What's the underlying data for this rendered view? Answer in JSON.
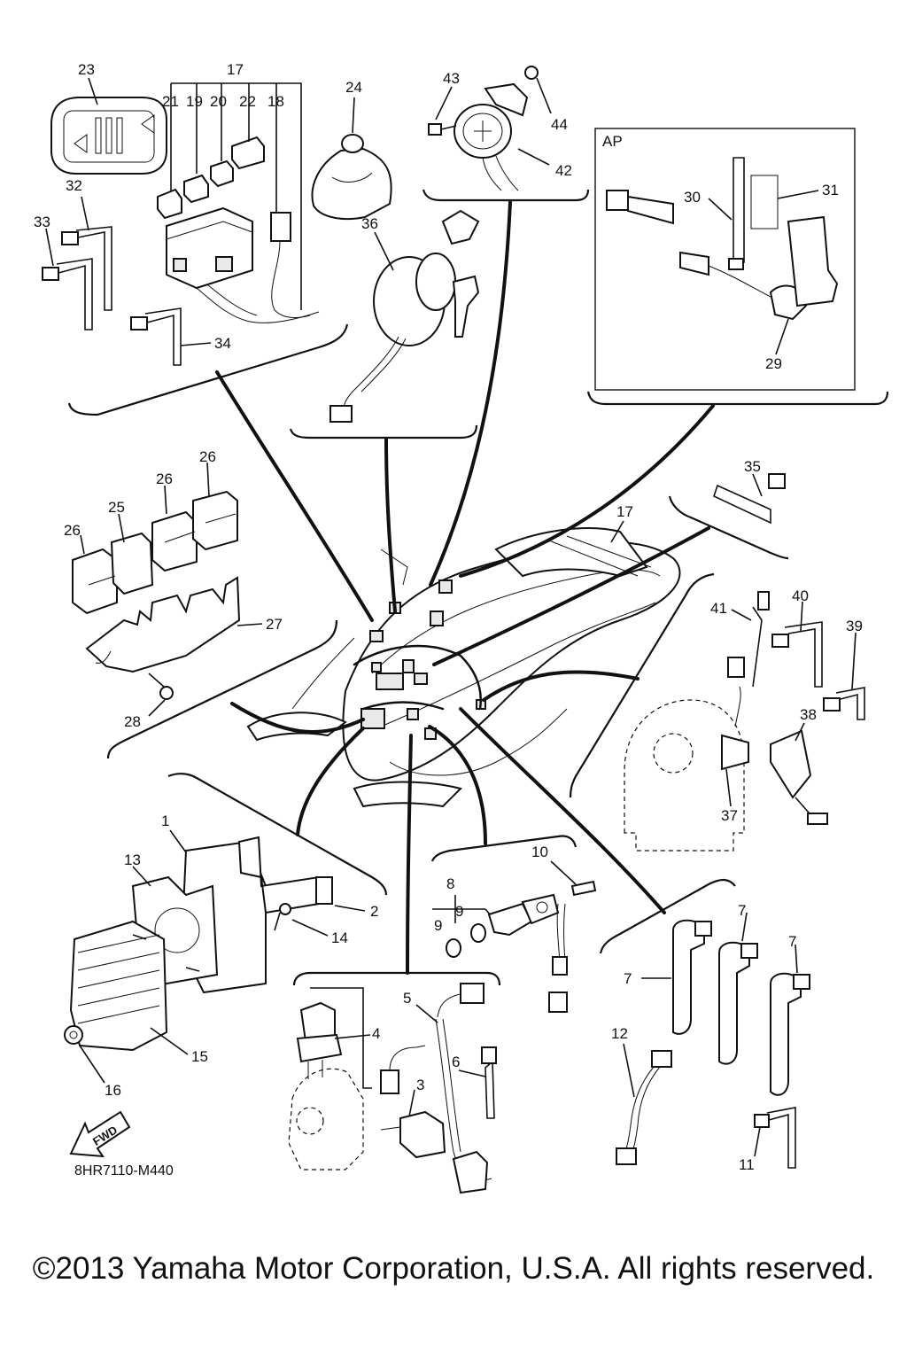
{
  "diagram_code": "8HR7110-M440",
  "copyright": "©2013 Yamaha Motor Corporation, U.S.A. All rights reserved.",
  "group_box_label": "AP",
  "fwd_label": "FWD",
  "callouts": {
    "c1": "1",
    "c2": "2",
    "c3": "3",
    "c4": "4",
    "c5": "5",
    "c6": "6",
    "c7": "7",
    "c8": "8",
    "c9": "9",
    "c10": "10",
    "c11": "11",
    "c12": "12",
    "c13": "13",
    "c14": "14",
    "c15": "15",
    "c16": "16",
    "c17": "17",
    "c18": "18",
    "c19": "19",
    "c20": "20",
    "c21": "21",
    "c22": "22",
    "c23": "23",
    "c24": "24",
    "c25": "25",
    "c26": "26",
    "c27": "27",
    "c28": "28",
    "c29": "29",
    "c30": "30",
    "c31": "31",
    "c32": "32",
    "c33": "33",
    "c34": "34",
    "c35": "35",
    "c36": "36",
    "c37": "37",
    "c38": "38",
    "c39": "39",
    "c40": "40",
    "c41": "41",
    "c42": "42",
    "c43": "43",
    "c44": "44"
  }
}
